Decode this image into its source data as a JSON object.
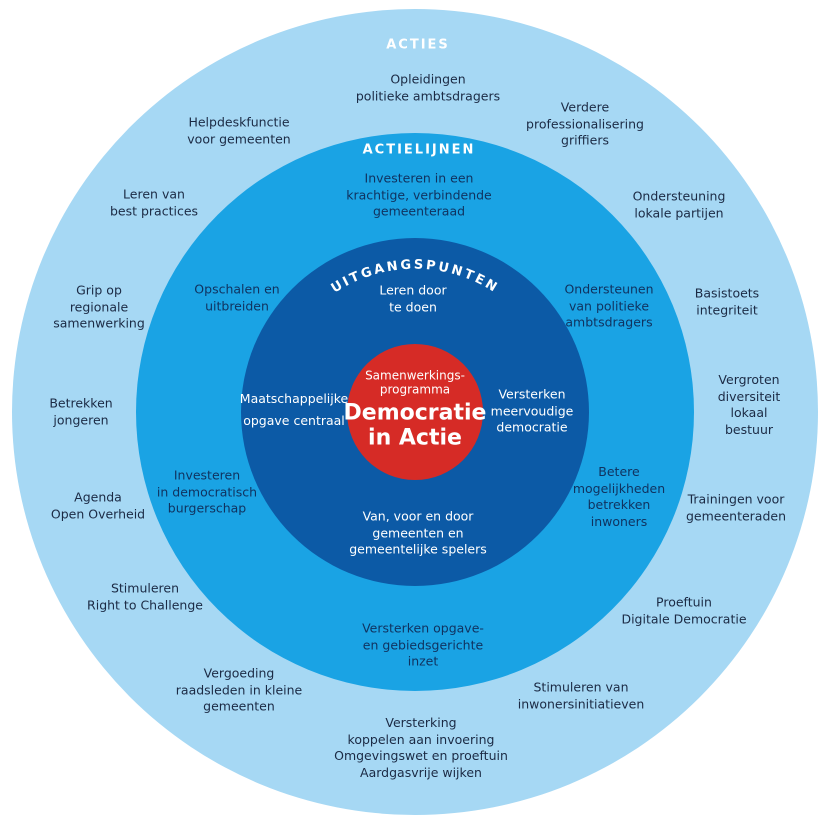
{
  "colors": {
    "outer_ring": "#a6d8f4",
    "middle_ring": "#1aa3e4",
    "inner_ring": "#0c5aa6",
    "center": "#d62b26"
  },
  "rings": {
    "outer_title": "ACTIES",
    "middle_title": "ACTIELIJNEN",
    "inner_title": "UITGANGSPUNTEN"
  },
  "center": {
    "subtitle": "Samenwerkings-\nprogramma",
    "title": "Democratie\nin Actie"
  },
  "acties": [
    "Opleidingen\npolitieke ambtsdragers",
    "Verdere\nprofessionalisering\ngriffiers",
    "Ondersteuning\nlokale partijen",
    "Basistoets\nintegriteit",
    "Vergroten\ndiversiteit\nlokaal bestuur",
    "Trainingen voor\ngemeenteraden",
    "Proeftuin\nDigitale Democratie",
    "Stimuleren van\ninwonersinitiatieven",
    "Versterking\nkoppelen aan invoering\nOmgevingswet en proeftuin\nAardgasvrije wijken",
    "Vergoeding\nraadsleden in kleine\ngemeenten",
    "Stimuleren\nRight to Challenge",
    "Agenda\nOpen Overheid",
    "Betrekken\njongeren",
    "Grip op\nregionale\nsamenwerking",
    "Leren van\nbest practices",
    "Helpdeskfunctie\nvoor gemeenten"
  ],
  "actielijnen": [
    "Investeren in een\nkrachtige, verbindende\ngemeenteraad",
    "Ondersteunen\nvan politieke\nambtsdragers",
    "Betere\nmogelijkheden\nbetrekken\ninwoners",
    "Versterken opgave-\nen gebiedsgerichte\ninzet",
    "Investeren\nin democratisch\nburgerschap",
    "Opschalen en\nuitbreiden"
  ],
  "uitgangspunten": [
    "Leren door\nte doen",
    "Versterken\nmeervoudige\ndemocratie",
    "Van, voor en door\ngemeenten en\ngemeentelijke spelers",
    "Maatschappelijke\nopgave centraal"
  ]
}
